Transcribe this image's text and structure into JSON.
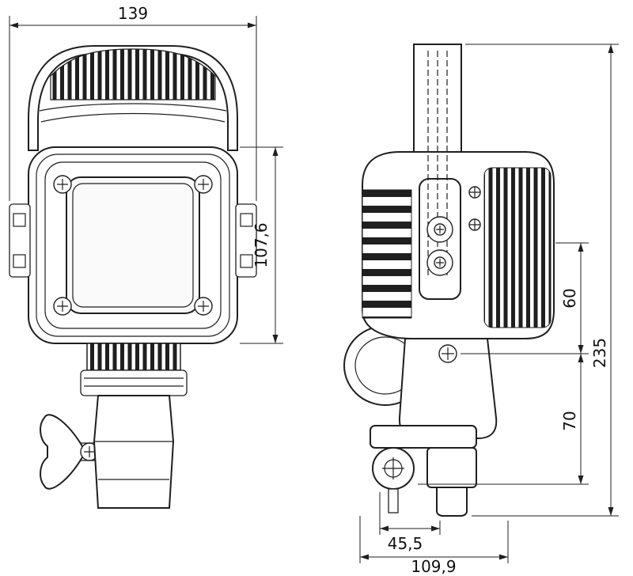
{
  "page": {
    "background": "#ffffff",
    "line_color": "#1f1f1f"
  },
  "views": {
    "front": {
      "dim_width": "139",
      "dim_height": "107,6"
    },
    "side": {
      "dim_upper": "60",
      "dim_lower": "70",
      "dim_total_height": "235",
      "dim_knob_offset": "45,5",
      "dim_depth": "109,9"
    }
  }
}
